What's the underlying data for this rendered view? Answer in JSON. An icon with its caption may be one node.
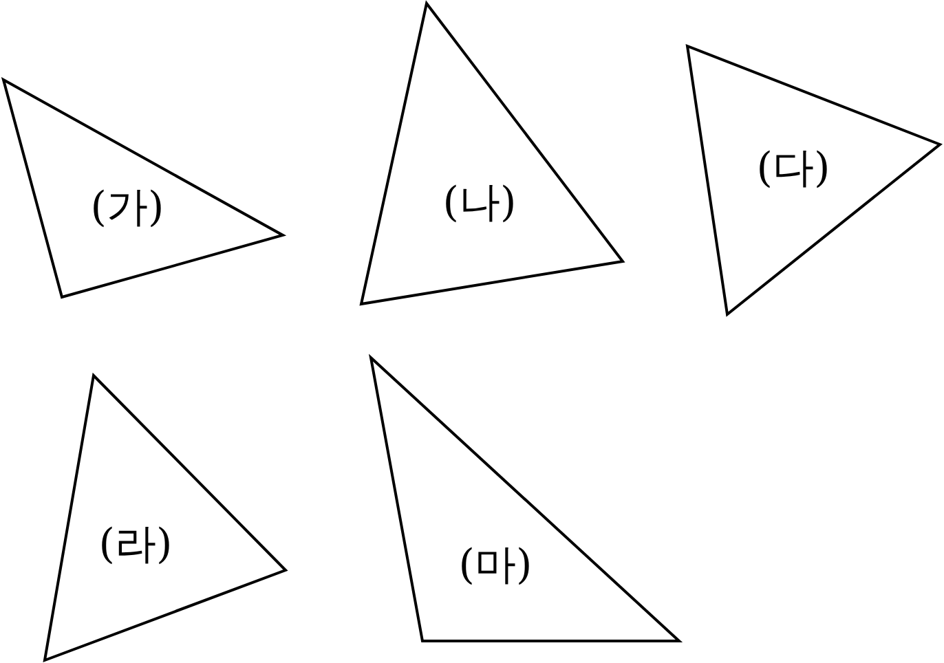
{
  "diagram": {
    "nodes": [
      {
        "text": [
          "(가)"
        ]
      },
      {
        "text": [
          "(나)"
        ]
      },
      {
        "text": [
          "(다)"
        ]
      },
      {
        "text": [
          "(라)"
        ]
      },
      {
        "text": [
          "(마)"
        ]
      }
    ]
  }
}
